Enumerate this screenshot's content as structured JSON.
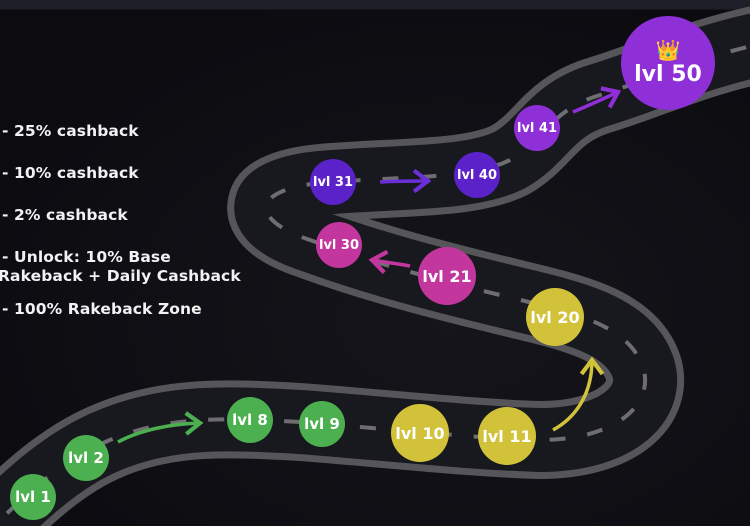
{
  "colors": {
    "background": "#0d0d12",
    "road": "#1a1a22",
    "road_edge": "#5c5c60",
    "lane_marker": "#6e6e72",
    "green": "#4caf50",
    "yellow": "#d2c23a",
    "magenta": "#c2369e",
    "violet": "#5b22c9",
    "purple": "#8e2fd8",
    "text": "#f2f2f2"
  },
  "perks": [
    {
      "text": "- 25% cashback"
    },
    {
      "text": "- 10% cashback"
    },
    {
      "text": "- 2% cashback"
    },
    {
      "line1": "- Unlock: 10% Base",
      "line2": "Rakeback + Daily Cashback"
    },
    {
      "text": "- 100% Rakeback Zone"
    }
  ],
  "levels": [
    {
      "label": "lvl 1",
      "tier": "green"
    },
    {
      "label": "lvl 2",
      "tier": "green"
    },
    {
      "label": "lvl 8",
      "tier": "green"
    },
    {
      "label": "lvl 9",
      "tier": "green"
    },
    {
      "label": "lvl 10",
      "tier": "yellow"
    },
    {
      "label": "lvl 11",
      "tier": "yellow"
    },
    {
      "label": "lvl 20",
      "tier": "yellow"
    },
    {
      "label": "lvl 21",
      "tier": "magenta"
    },
    {
      "label": "lvl 30",
      "tier": "magenta"
    },
    {
      "label": "lvl 31",
      "tier": "violet"
    },
    {
      "label": "lvl 40",
      "tier": "violet"
    },
    {
      "label": "lvl 41",
      "tier": "purple"
    },
    {
      "label": "lvl 50",
      "tier": "purple",
      "icon": "👑"
    }
  ]
}
